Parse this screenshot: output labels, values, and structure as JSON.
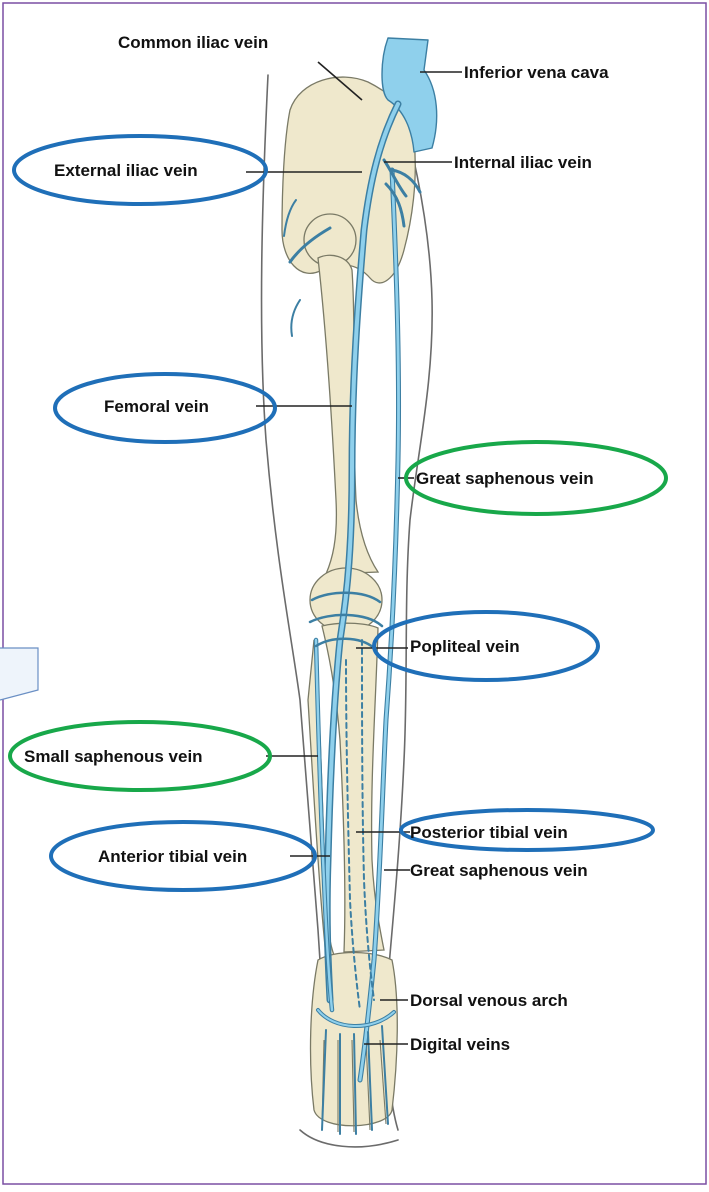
{
  "diagram": {
    "labels": {
      "common_iliac_vein": "Common iliac vein",
      "inferior_vena_cava": "Inferior vena cava",
      "external_iliac_vein": "External iliac vein",
      "internal_iliac_vein": "Internal iliac vein",
      "femoral_vein": "Femoral vein",
      "great_saphenous_vein_upper": "Great saphenous vein",
      "popliteal_vein": "Popliteal vein",
      "small_saphenous_vein": "Small saphenous vein",
      "posterior_tibial_vein": "Posterior tibial vein",
      "anterior_tibial_vein": "Anterior tibial vein",
      "great_saphenous_vein_lower": "Great saphenous vein",
      "dorsal_venous_arch": "Dorsal venous arch",
      "digital_veins": "Digital veins"
    },
    "colors": {
      "frame_border": "#7a4fa3",
      "highlight_blue": "#1f6fb8",
      "highlight_green": "#18a84a",
      "vein_fill": "#8fd0ec",
      "vein_stroke": "#3c7fa3",
      "bone_fill": "#efe8cc",
      "outline": "#6b6b6b",
      "leader_line": "#222222"
    }
  }
}
